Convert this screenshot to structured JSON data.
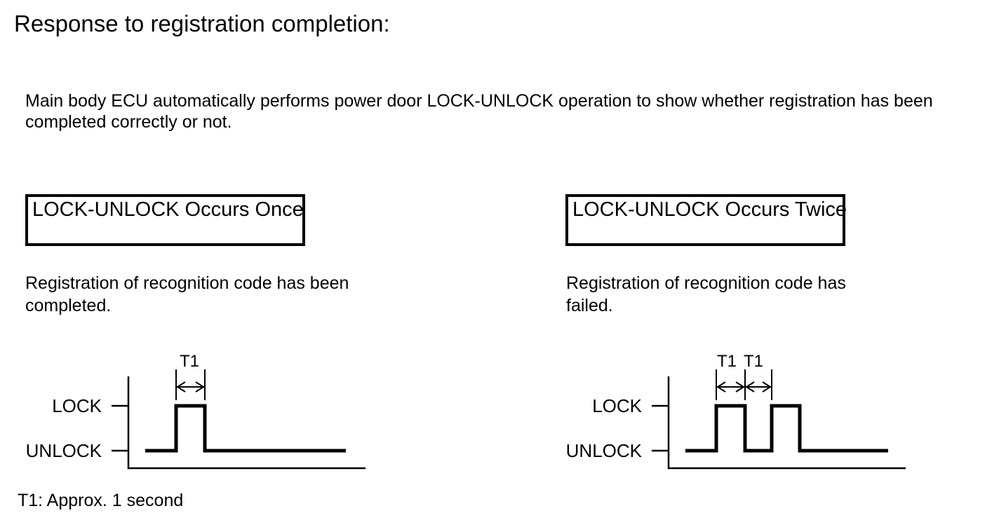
{
  "page": {
    "title": "Response to registration completion:",
    "intro": "Main body ECU automatically performs power door LOCK-UNLOCK operation to show whether registration has been completed correctly or not.",
    "footnote": "T1: Approx. 1 second",
    "text_color": "#000000",
    "background_color": "#ffffff"
  },
  "diagrams": [
    {
      "box_label": "LOCK-UNLOCK Occurs Once",
      "result_text": "Registration of recognition code has been completed.",
      "waveform": {
        "type": "timing-pulse",
        "high_label": "LOCK",
        "low_label": "UNLOCK",
        "pulse_count": 1,
        "interval_labels": [
          "T1"
        ],
        "interval_meaning": "pulse width",
        "line_color": "#000000"
      }
    },
    {
      "box_label": "LOCK-UNLOCK Occurs Twice",
      "result_text": "Registration of recognition code has failed.",
      "waveform": {
        "type": "timing-pulse",
        "high_label": "LOCK",
        "low_label": "UNLOCK",
        "pulse_count": 2,
        "interval_labels": [
          "T1",
          "T1"
        ],
        "interval_meaning": "pulse width and gap width",
        "line_color": "#000000"
      }
    }
  ]
}
